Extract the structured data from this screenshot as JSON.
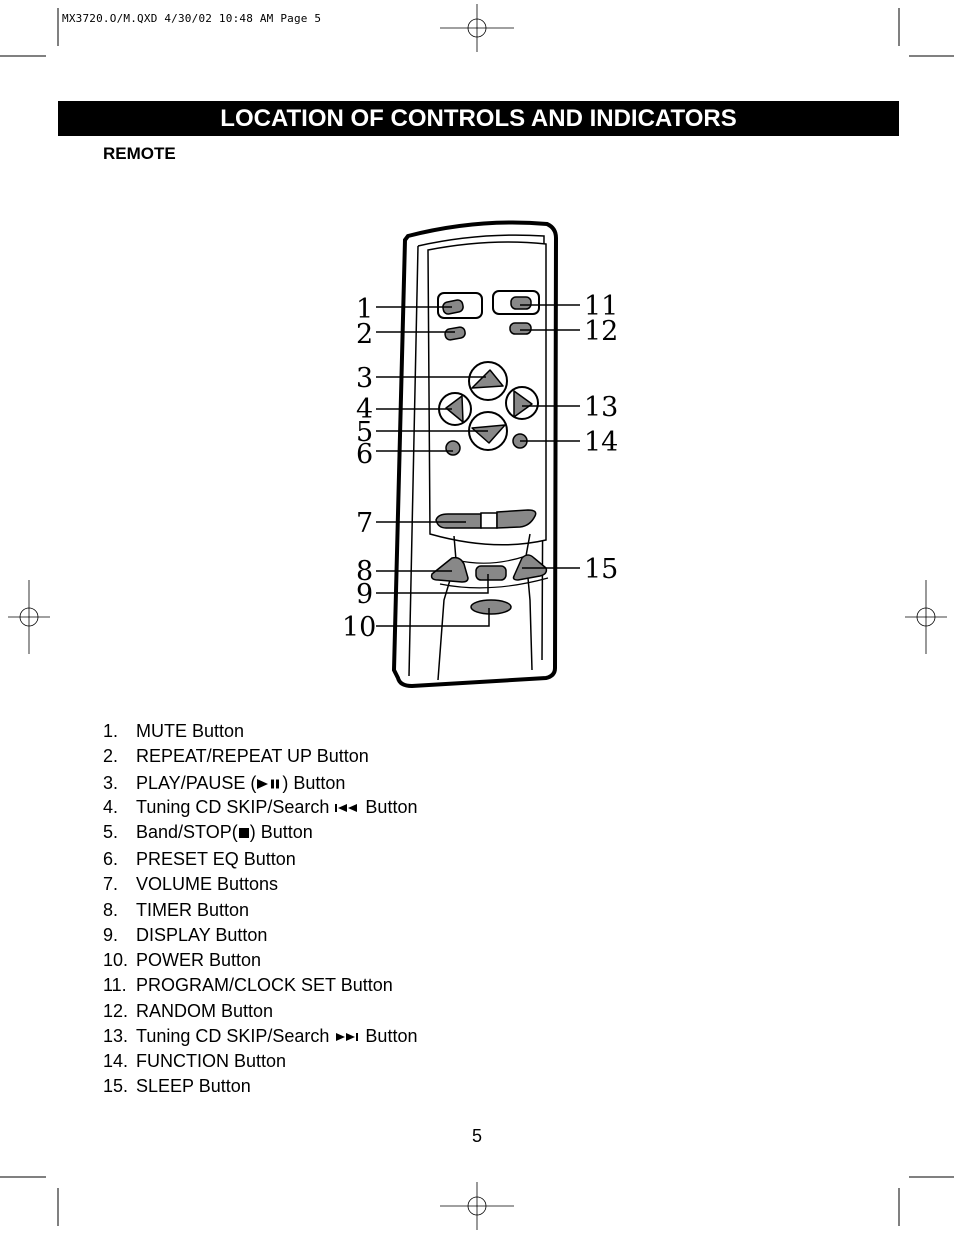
{
  "header": {
    "slug": "MX3720.O/M.QXD  4/30/02  10:48 AM  Page 5",
    "title": "LOCATION OF CONTROLS AND INDICATORS",
    "section": "REMOTE"
  },
  "callouts": [
    "1",
    "2",
    "3",
    "4",
    "5",
    "6",
    "7",
    "8",
    "9",
    "10",
    "11",
    "12",
    "13",
    "14",
    "15"
  ],
  "items": [
    {
      "num": "1.",
      "before": "MUTE Button"
    },
    {
      "num": "2.",
      "before": "REPEAT/REPEAT UP Button"
    },
    {
      "num": "3.",
      "before": "PLAY/PAUSE (",
      "icon": "play-pause-icon",
      "after": ") Button"
    },
    {
      "num": "4.",
      "before": "Tuning CD SKIP/Search ",
      "icon": "skip-back-icon",
      "after": " Button"
    },
    {
      "num": "5.",
      "before": "Band/STOP(",
      "icon": "stop-icon",
      "after": ") Button"
    },
    {
      "num": "6.",
      "before": "PRESET EQ Button"
    },
    {
      "num": "7.",
      "before": "VOLUME Buttons"
    },
    {
      "num": "8.",
      "before": "TIMER Button"
    },
    {
      "num": "9.",
      "before": "DISPLAY Button"
    },
    {
      "num": "10.",
      "before": "POWER Button"
    },
    {
      "num": "11.",
      "before": "PROGRAM/CLOCK SET Button"
    },
    {
      "num": "12.",
      "before": "RANDOM Button"
    },
    {
      "num": "13.",
      "before": "Tuning CD SKIP/Search ",
      "icon": "skip-forward-icon",
      "after": " Button"
    },
    {
      "num": "14.",
      "before": "FUNCTION Button"
    },
    {
      "num": "15.",
      "before": "SLEEP Button"
    }
  ],
  "page_number": "5"
}
